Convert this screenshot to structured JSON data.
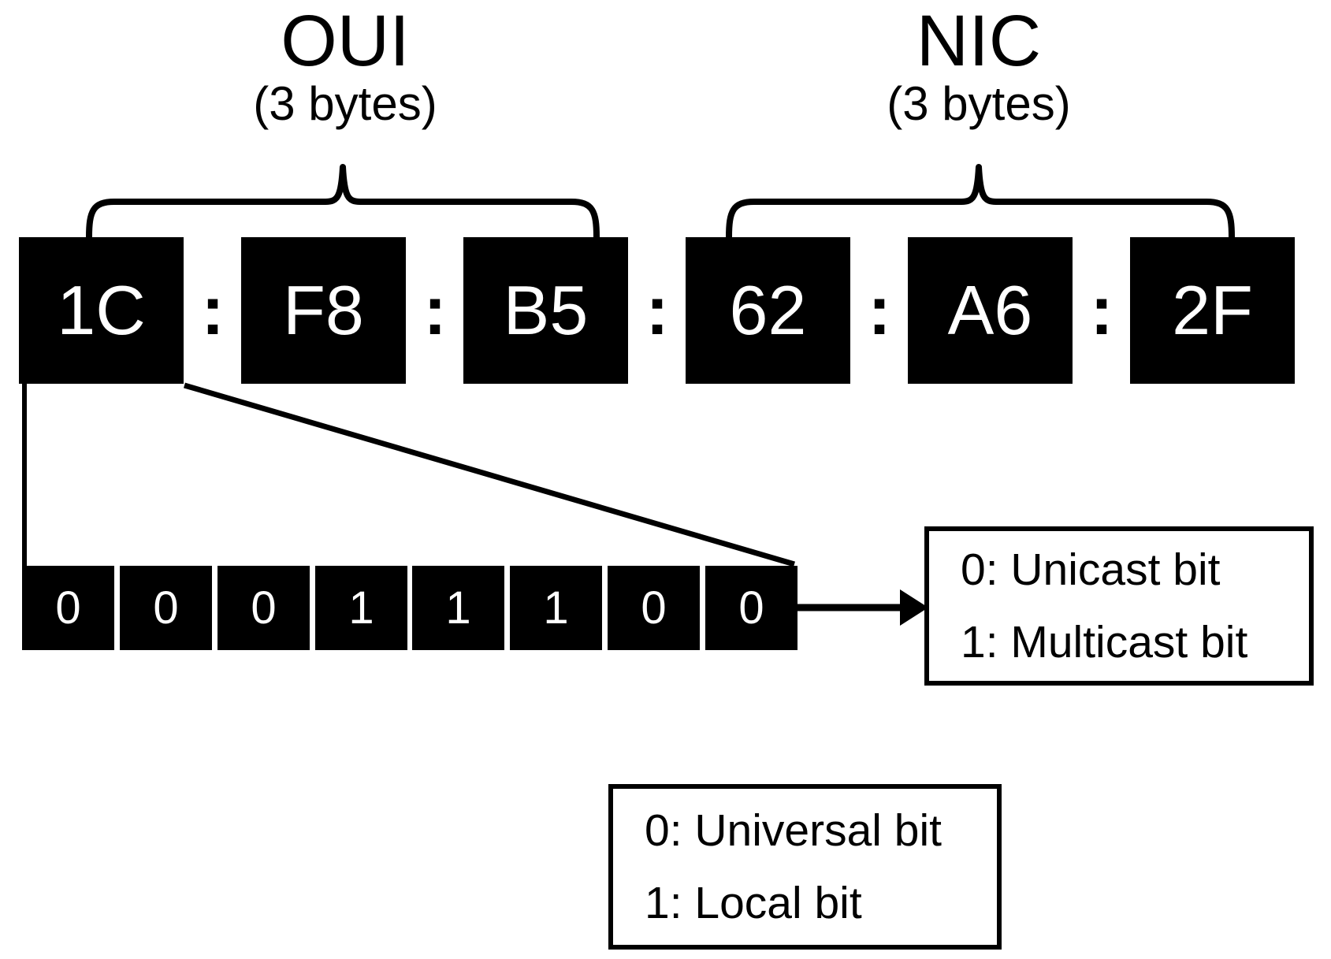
{
  "sections": {
    "oui": {
      "title": "OUI",
      "subtitle": "(3 bytes)"
    },
    "nic": {
      "title": "NIC",
      "subtitle": "(3 bytes)"
    }
  },
  "mac": {
    "bytes": [
      "1C",
      "F8",
      "B5",
      "62",
      "A6",
      "2F"
    ],
    "separator": ":"
  },
  "bits": {
    "values": [
      "0",
      "0",
      "0",
      "1",
      "1",
      "1",
      "0",
      "0"
    ]
  },
  "legends": {
    "multicast": {
      "line1": "0: Unicast bit",
      "line2": "1: Multicast bit"
    },
    "local": {
      "line1": "0: Universal bit",
      "line2": "1: Local bit"
    }
  },
  "colors": {
    "background": "#ffffff",
    "box_fill": "#000000",
    "box_text": "#ffffff",
    "line": "#000000"
  }
}
